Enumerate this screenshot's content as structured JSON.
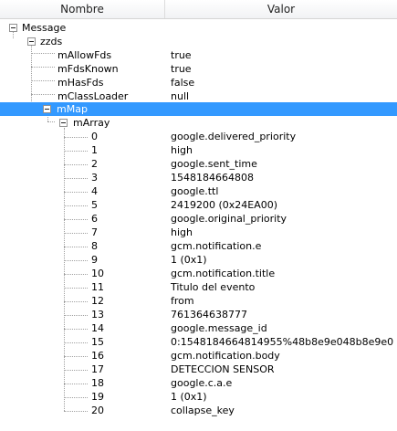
{
  "columns": {
    "name": "Nombre",
    "value": "Valor"
  },
  "tree": {
    "root_label": "Message",
    "zzds_label": "zzds",
    "fields": [
      {
        "name": "mAllowFds",
        "value": "true"
      },
      {
        "name": "mFdsKnown",
        "value": "true"
      },
      {
        "name": "mHasFds",
        "value": "false"
      },
      {
        "name": "mClassLoader",
        "value": "null"
      }
    ],
    "mmap_label": "mMap",
    "marray_label": "mArray",
    "array": [
      {
        "index": "0",
        "value": "google.delivered_priority"
      },
      {
        "index": "1",
        "value": "high"
      },
      {
        "index": "2",
        "value": "google.sent_time"
      },
      {
        "index": "3",
        "value": "1548184664808"
      },
      {
        "index": "4",
        "value": "google.ttl"
      },
      {
        "index": "5",
        "value": "2419200 (0x24EA00)"
      },
      {
        "index": "6",
        "value": "google.original_priority"
      },
      {
        "index": "7",
        "value": "high"
      },
      {
        "index": "8",
        "value": "gcm.notification.e"
      },
      {
        "index": "9",
        "value": "1 (0x1)"
      },
      {
        "index": "10",
        "value": "gcm.notification.title"
      },
      {
        "index": "11",
        "value": "Titulo del evento"
      },
      {
        "index": "12",
        "value": "from"
      },
      {
        "index": "13",
        "value": "761364638777"
      },
      {
        "index": "14",
        "value": "google.message_id"
      },
      {
        "index": "15",
        "value": "0:1548184664814955%48b8e9e048b8e9e0"
      },
      {
        "index": "16",
        "value": "gcm.notification.body"
      },
      {
        "index": "17",
        "value": "DETECCION SENSOR"
      },
      {
        "index": "18",
        "value": "google.c.a.e"
      },
      {
        "index": "19",
        "value": "1 (0x1)"
      },
      {
        "index": "20",
        "value": "collapse_key"
      }
    ]
  }
}
